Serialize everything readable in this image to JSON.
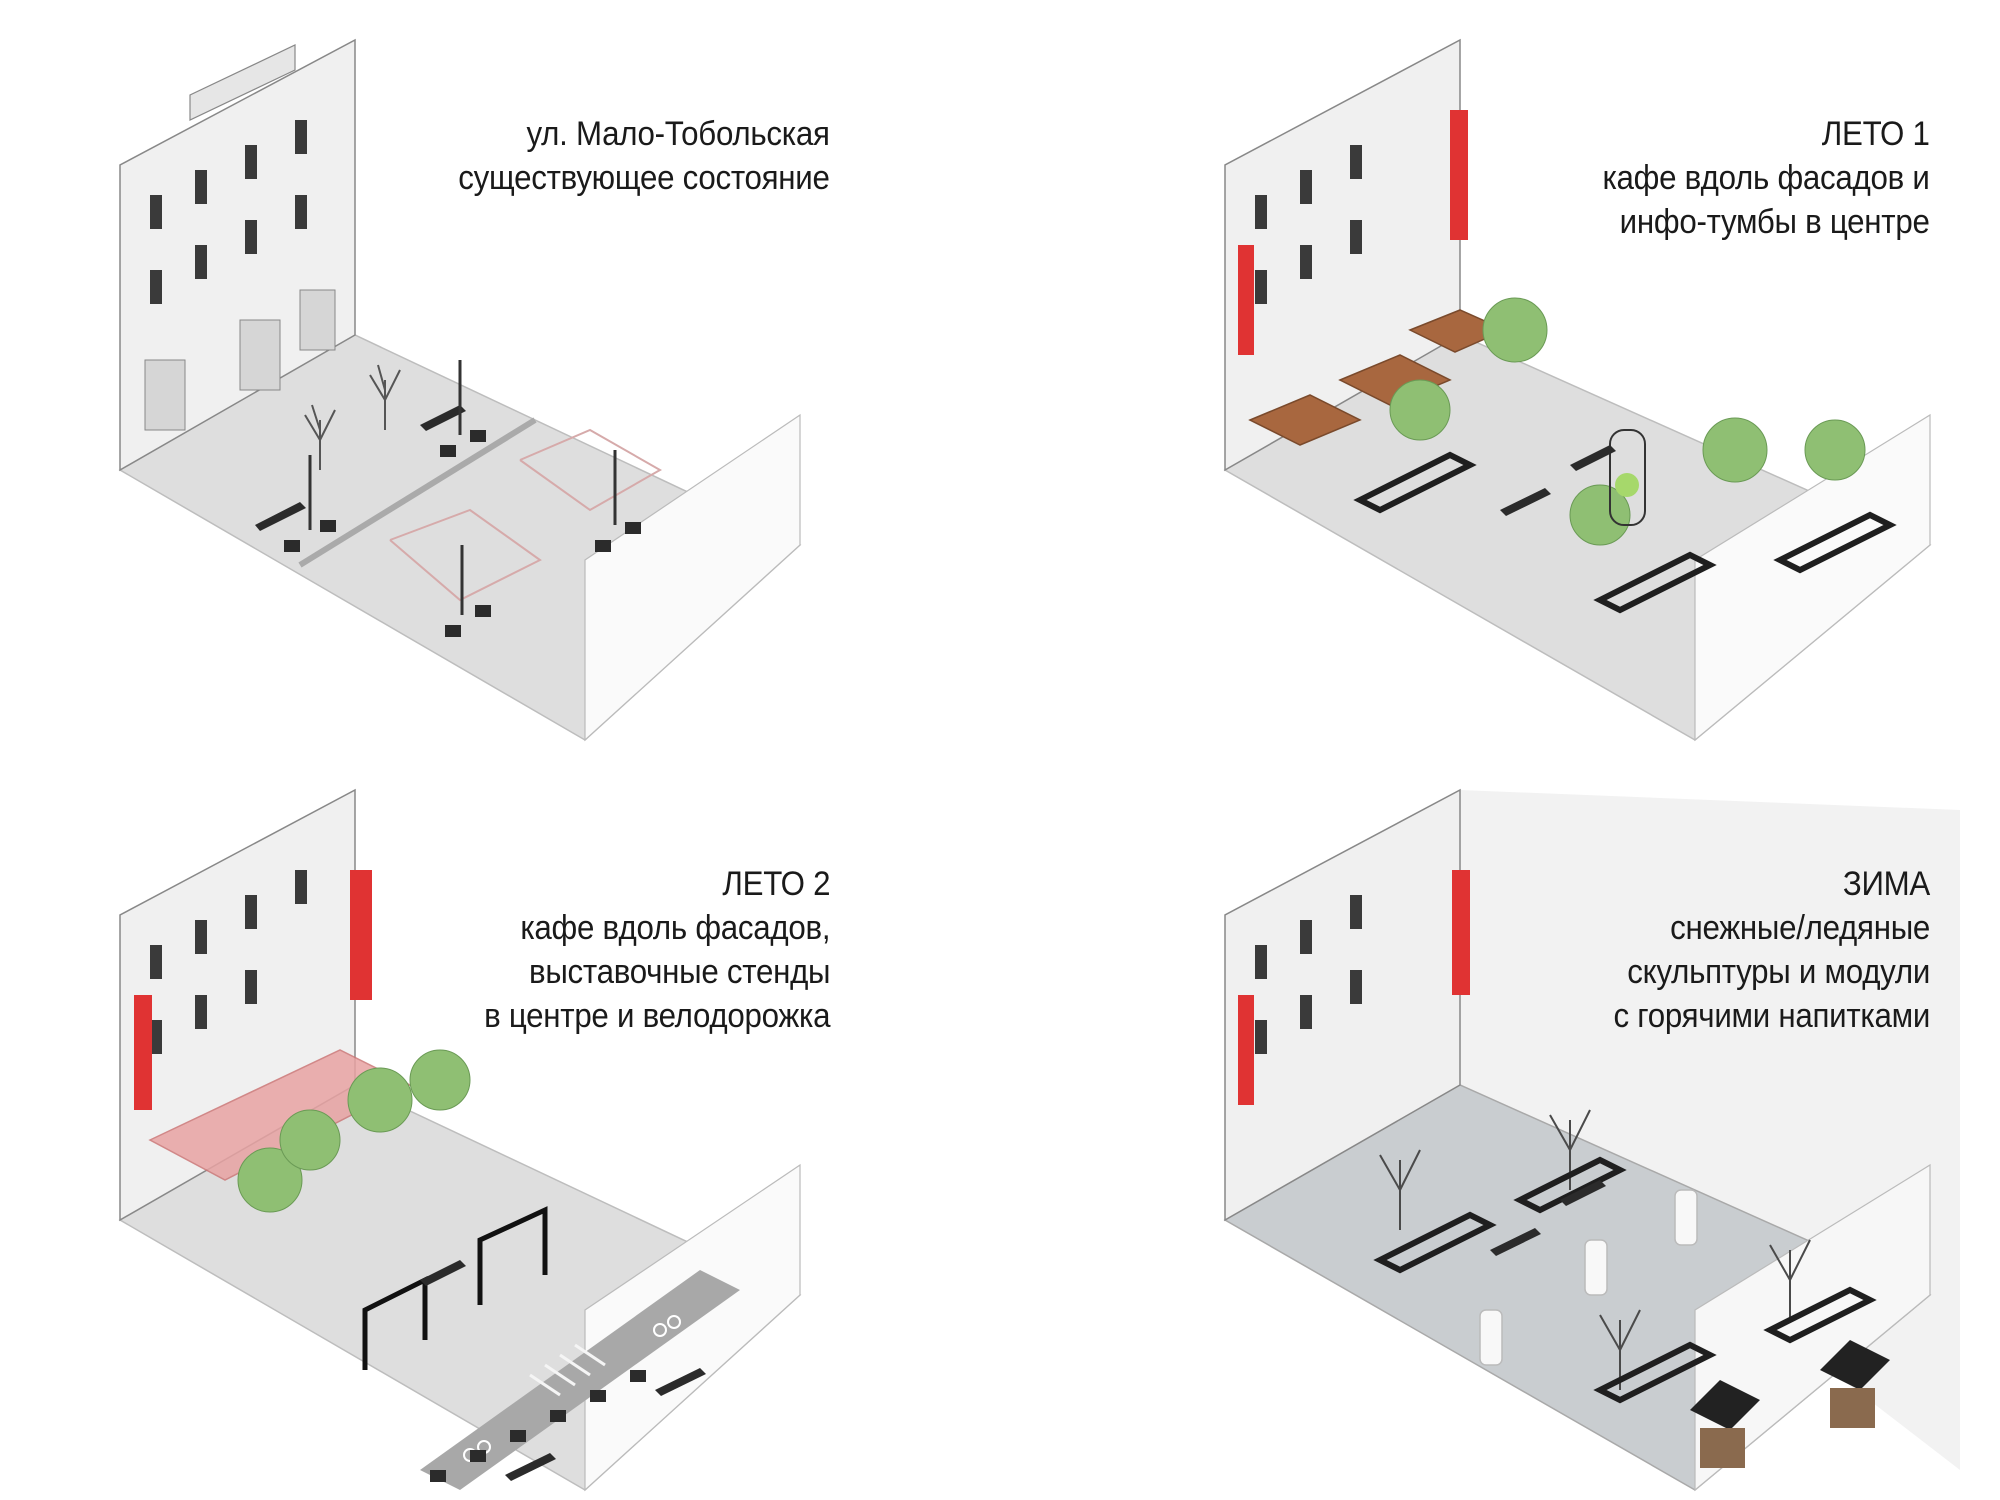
{
  "panels": [
    {
      "id": "existing",
      "lines": [
        "ул. Мало-Тобольская",
        "существующее состояние"
      ]
    },
    {
      "id": "summer1",
      "lines": [
        "ЛЕТО 1",
        "кафе вдоль фасадов и",
        "инфо-тумбы в центре"
      ]
    },
    {
      "id": "summer2",
      "lines": [
        "ЛЕТО 2",
        "кафе вдоль фасадов,",
        "выставочные стенды",
        "в центре и велодорожка"
      ]
    },
    {
      "id": "winter",
      "lines": [
        "ЗИМА",
        "снежные/ледяные",
        "скульптуры и модули",
        "с горячими напитками"
      ]
    }
  ],
  "colors": {
    "banner": "#e03333",
    "umbrella": "#a8673f",
    "awning": "#e8a3a3",
    "tree_foliage": "#8fbf73",
    "pavement": "#dedede",
    "facade": "#f0f0f0"
  },
  "icons": [
    "bench-icon",
    "street-lamp-icon",
    "bare-tree-icon",
    "leafy-tree-icon",
    "planter-icon",
    "info-column-icon",
    "bike-symbol-icon",
    "snow-sculpture-icon",
    "kiosk-icon"
  ]
}
